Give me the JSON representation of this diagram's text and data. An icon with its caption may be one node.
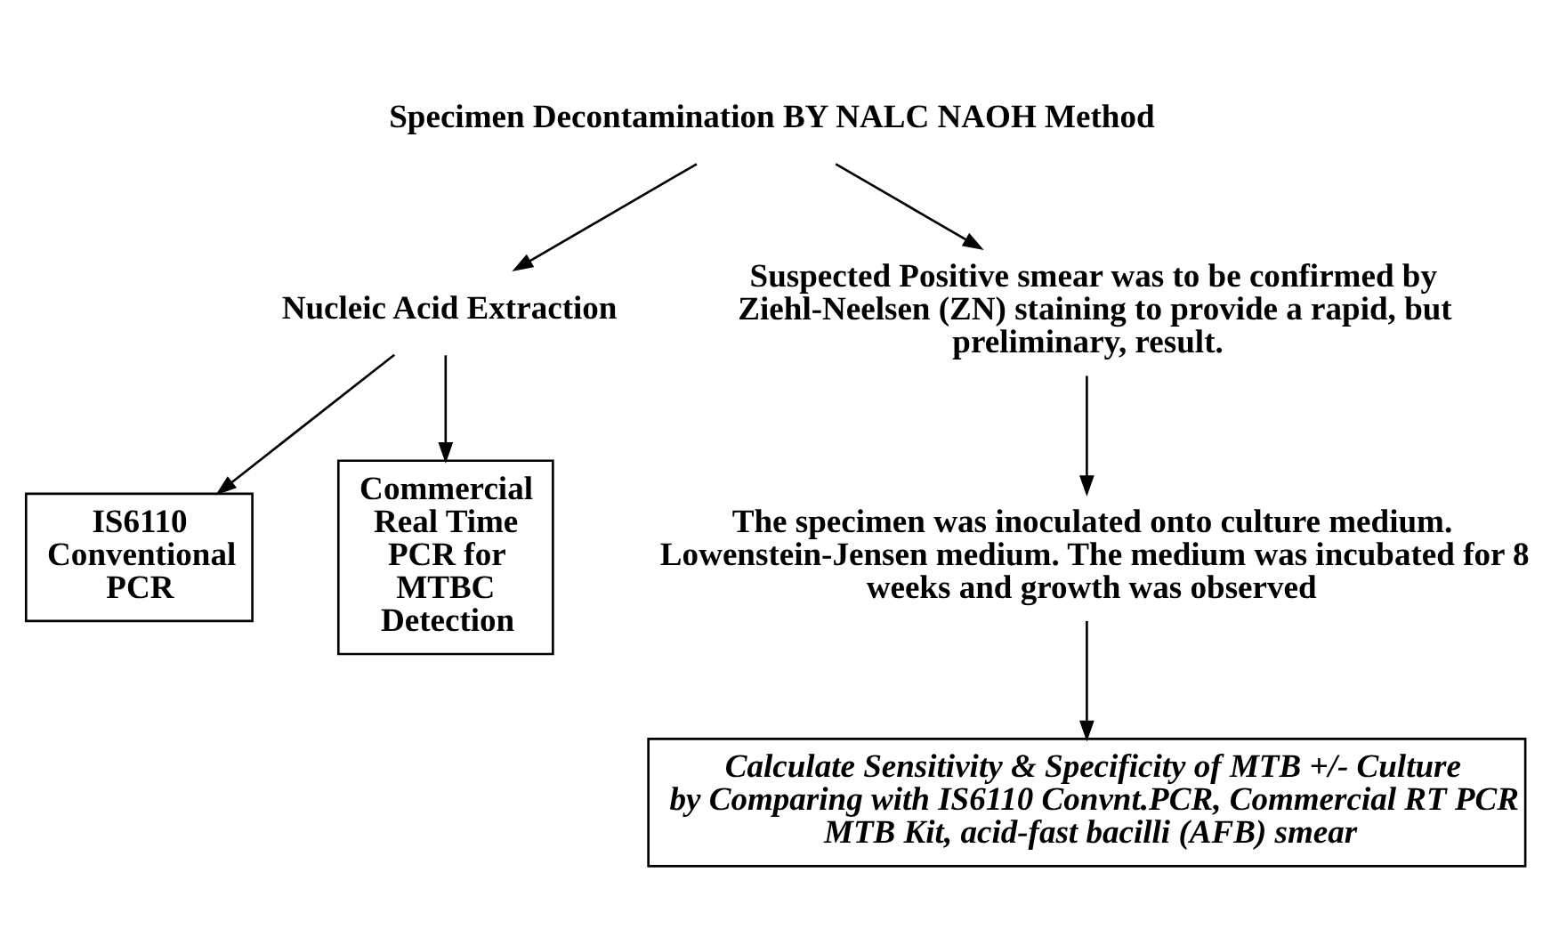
{
  "diagram": {
    "nodes": [
      {
        "text": [
          "Specimen Decontamination BY NALC NAOH Method"
        ]
      },
      {
        "text": [
          "Nucleic Acid Extraction"
        ]
      },
      {
        "text": [
          "Suspected Positive smear was to be confirmed by Ziehl-Neelsen (ZN) staining to provide a rapid, but preliminary, result."
        ]
      },
      {
        "text": [
          "IS6110 Conventional PCR"
        ]
      },
      {
        "text": [
          "Commercial Real Time PCR for MTBC Detection"
        ]
      },
      {
        "text": [
          "The specimen was inoculated onto culture medium. Lowenstein-Jensen medium. The medium was incubated for 8 weeks and growth was observed"
        ]
      },
      {
        "text": [
          "Calculate Sensitivity & Specificity of MTB +/- Culture by Comparing with IS6110 Convnt.PCR, Commercial RT PCR MTB Kit, acid-fast bacilli (AFB) smear"
        ]
      }
    ],
    "edges": [
      {
        "from": 0,
        "to": 1,
        "arrow": "to"
      },
      {
        "from": 0,
        "to": 2,
        "arrow": "to"
      },
      {
        "from": 1,
        "to": 3,
        "arrow": "to"
      },
      {
        "from": 1,
        "to": 4,
        "arrow": "to"
      },
      {
        "from": 2,
        "to": 5,
        "arrow": "to"
      },
      {
        "from": 5,
        "to": 6,
        "arrow": "to"
      }
    ]
  }
}
